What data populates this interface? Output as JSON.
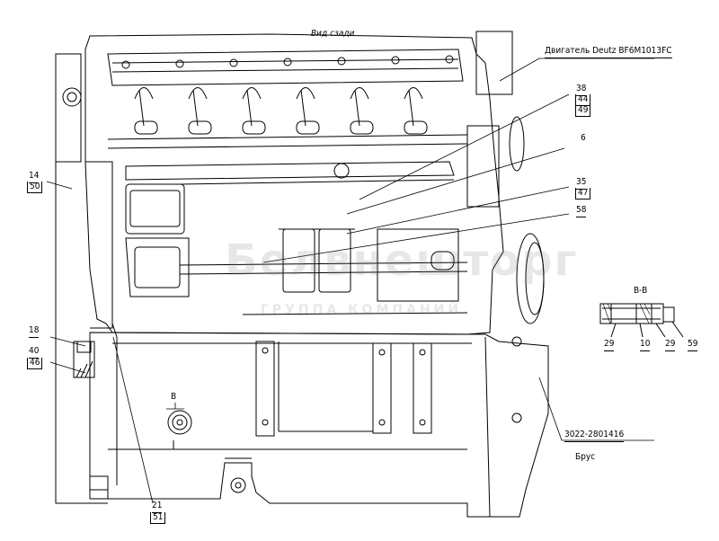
{
  "title_view": "Вид сзади",
  "engine_label": "Двигатель Deutz BF6M1013FC",
  "section_title": "B-B",
  "section_mark": "B",
  "beam_code": "3022-2801416",
  "beam_name": "Брус",
  "callouts": {
    "c38": "38",
    "c44": "44",
    "c49": "49",
    "c6": "6",
    "c35": "35",
    "c47": "47",
    "c58": "58",
    "c14": "14",
    "c50": "50",
    "c18": "18",
    "c40": "40",
    "c46": "46",
    "c21": "21",
    "c51": "51",
    "s29a": "29",
    "s10": "10",
    "s29b": "29",
    "s59": "59"
  },
  "watermark": {
    "brand": "Белвнешторг",
    "sub": "ГРУППА КОМПАНИЙ"
  }
}
